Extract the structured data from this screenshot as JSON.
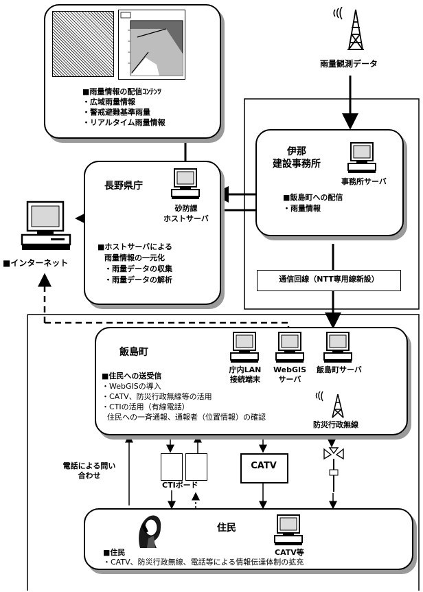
{
  "top_right": {
    "rain_data_label": "雨量観測データ"
  },
  "contents_box": {
    "heading": "■雨量情報の配信ｺﾝﾃﾝﾂ",
    "items": [
      "・広域雨量情報",
      "・警戒避難基準雨量",
      "・リアルタイム雨量情報"
    ]
  },
  "nagano": {
    "title": "長野県庁",
    "server_label_1": "砂防課",
    "server_label_2": "ホストサーバ",
    "note_lines": [
      "■ホストサーバによる",
      "雨量情報の一元化",
      "・雨量データの収集",
      "・雨量データの解析"
    ]
  },
  "internet": {
    "label": "■インターネット"
  },
  "ina": {
    "title_1": "伊那",
    "title_2": "建設事務所",
    "server_label": "事務所サーバ",
    "delivery_1": "■飯島町への配信",
    "delivery_2": "・雨量情報"
  },
  "line": {
    "label": "通信回線（NTT専用線新設）"
  },
  "iijima": {
    "title": "飯島町",
    "terminals": [
      {
        "label_1": "庁内LAN",
        "label_2": "接続端末"
      },
      {
        "label_1": "WebGIS",
        "label_2": "サーバ"
      },
      {
        "label_1": "飯島町サーバ",
        "label_2": ""
      }
    ],
    "notes": [
      "■住民への送受信",
      "・WebGISの導入",
      "・CATV、防災行政無線等の活用",
      "・CTIの活用（有線電話）",
      "住民への一斉通報、通報者（位置情報）の確認"
    ],
    "radio_label": "防災行政無線"
  },
  "middle": {
    "phone_label_1": "電話による問い",
    "phone_label_2": "合わせ",
    "cti_label": "CTIボード",
    "catv_label": "CATV"
  },
  "residents": {
    "title": "住民",
    "catv_label": "CATV等",
    "note_1": "■住民",
    "note_2": "・CATV、防災行政無線、電話等による情報伝達体制の拡充"
  }
}
